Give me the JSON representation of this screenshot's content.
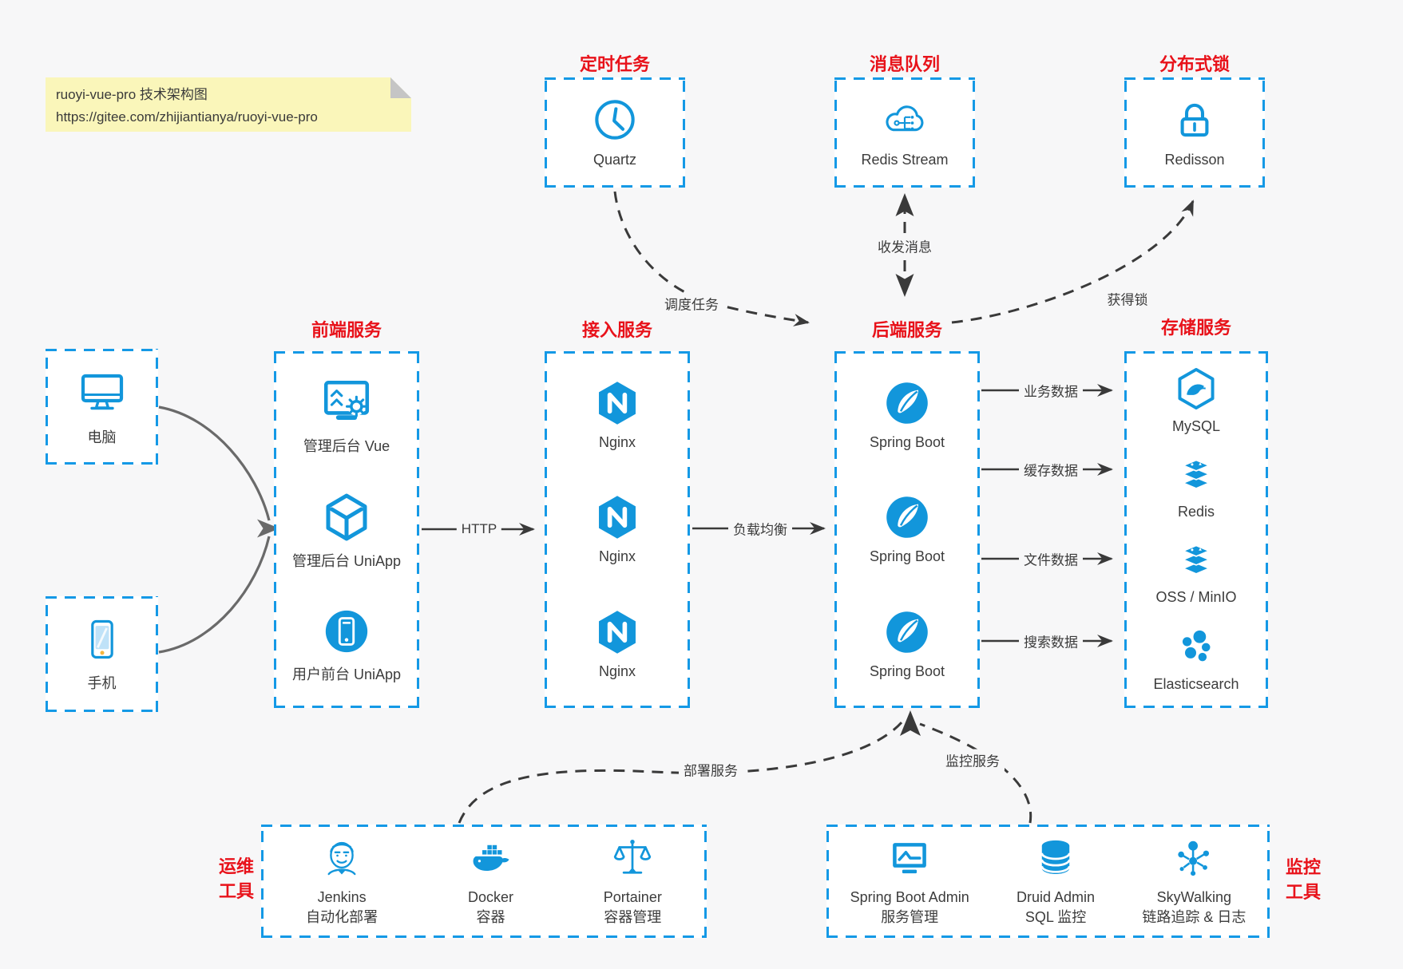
{
  "colors": {
    "accent_blue": "#1296db",
    "box_border_blue": "#1499e6",
    "title_red": "#e8121a",
    "line_dark": "#3a3a3a",
    "note_yellow": "#faf6ba"
  },
  "note": {
    "line1": "ruoyi-vue-pro 技术架构图",
    "line2": "https://gitee.com/zhijiantianya/ruoyi-vue-pro"
  },
  "top_groups": [
    {
      "title": "定时任务",
      "label": "Quartz",
      "icon": "clock-icon"
    },
    {
      "title": "消息队列",
      "label": "Redis Stream",
      "icon": "cloud-mq-icon"
    },
    {
      "title": "分布式锁",
      "label": "Redisson",
      "icon": "lock-icon"
    }
  ],
  "clients": [
    {
      "label": "电脑",
      "icon": "desktop-icon"
    },
    {
      "label": "手机",
      "icon": "phone-icon"
    }
  ],
  "columns": [
    {
      "title": "前端服务",
      "items": [
        {
          "label": "管理后台 Vue",
          "icon": "admin-vue-icon"
        },
        {
          "label": "管理后台 UniApp",
          "icon": "uniapp-cube-icon"
        },
        {
          "label": "用户前台 UniApp",
          "icon": "mobile-app-icon"
        }
      ]
    },
    {
      "title": "接入服务",
      "items": [
        {
          "label": "Nginx",
          "icon": "nginx-icon"
        },
        {
          "label": "Nginx",
          "icon": "nginx-icon"
        },
        {
          "label": "Nginx",
          "icon": "nginx-icon"
        }
      ]
    },
    {
      "title": "后端服务",
      "items": [
        {
          "label": "Spring Boot",
          "icon": "spring-icon"
        },
        {
          "label": "Spring Boot",
          "icon": "spring-icon"
        },
        {
          "label": "Spring Boot",
          "icon": "spring-icon"
        }
      ]
    },
    {
      "title": "存储服务",
      "items": [
        {
          "label": "MySQL",
          "icon": "mysql-icon"
        },
        {
          "label": "Redis",
          "icon": "redis-icon"
        },
        {
          "label": "OSS / MinIO",
          "icon": "oss-icon"
        },
        {
          "label": "Elasticsearch",
          "icon": "elasticsearch-icon"
        }
      ]
    }
  ],
  "bottom_groups": [
    {
      "title": "运维工具",
      "items": [
        {
          "label": "Jenkins",
          "sublabel": "自动化部署",
          "icon": "jenkins-icon"
        },
        {
          "label": "Docker",
          "sublabel": "容器",
          "icon": "docker-icon"
        },
        {
          "label": "Portainer",
          "sublabel": "容器管理",
          "icon": "portainer-icon"
        }
      ]
    },
    {
      "title": "监控工具",
      "items": [
        {
          "label": "Spring Boot Admin",
          "sublabel": "服务管理",
          "icon": "monitor-chart-icon"
        },
        {
          "label": "Druid Admin",
          "sublabel": "SQL 监控",
          "icon": "database-icon"
        },
        {
          "label": "SkyWalking",
          "sublabel": "链路追踪 & 日志",
          "icon": "network-nodes-icon"
        }
      ]
    }
  ],
  "edges": {
    "http": "HTTP",
    "load_balance": "负载均衡",
    "schedule_task": "调度任务",
    "send_receive_message": "收发消息",
    "acquire_lock": "获得锁",
    "business_data": "业务数据",
    "cache_data": "缓存数据",
    "file_data": "文件数据",
    "search_data": "搜索数据",
    "deploy_service": "部署服务",
    "monitor_service": "监控服务"
  }
}
